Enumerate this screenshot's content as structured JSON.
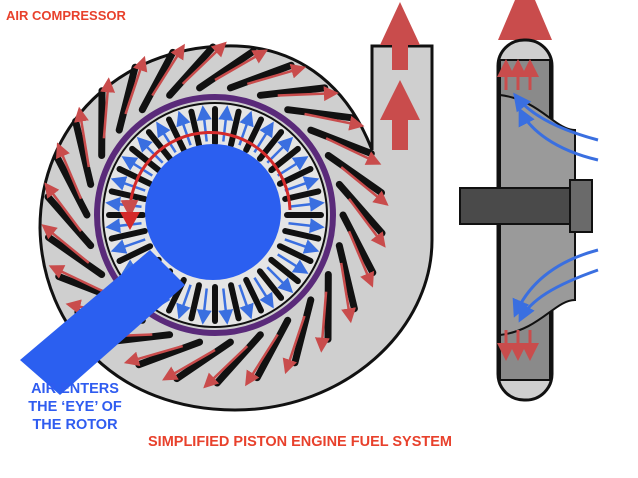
{
  "title": "AIR COMPRESSOR",
  "caption": {
    "line1": "AIR ENTERS",
    "line2": "THE ‘EYE’ OF",
    "line3": "THE ROTOR"
  },
  "footer": "SIMPLIFIED PISTON ENGINE FUEL SYSTEM",
  "colors": {
    "housing": "#cfcfcf",
    "vane": "#111111",
    "arrow_red": "#c94c4c",
    "arrow_blue": "#3a6fe0",
    "eye_blue": "#2b5ff0",
    "ring_purple": "#5a2a7a",
    "label_red": "#e8412c",
    "label_blue": "#2f5cf0"
  },
  "icons": [
    "red-outlet-arrow-icon",
    "blue-airflow-arrow-icon",
    "red-rotation-arrow-icon"
  ]
}
